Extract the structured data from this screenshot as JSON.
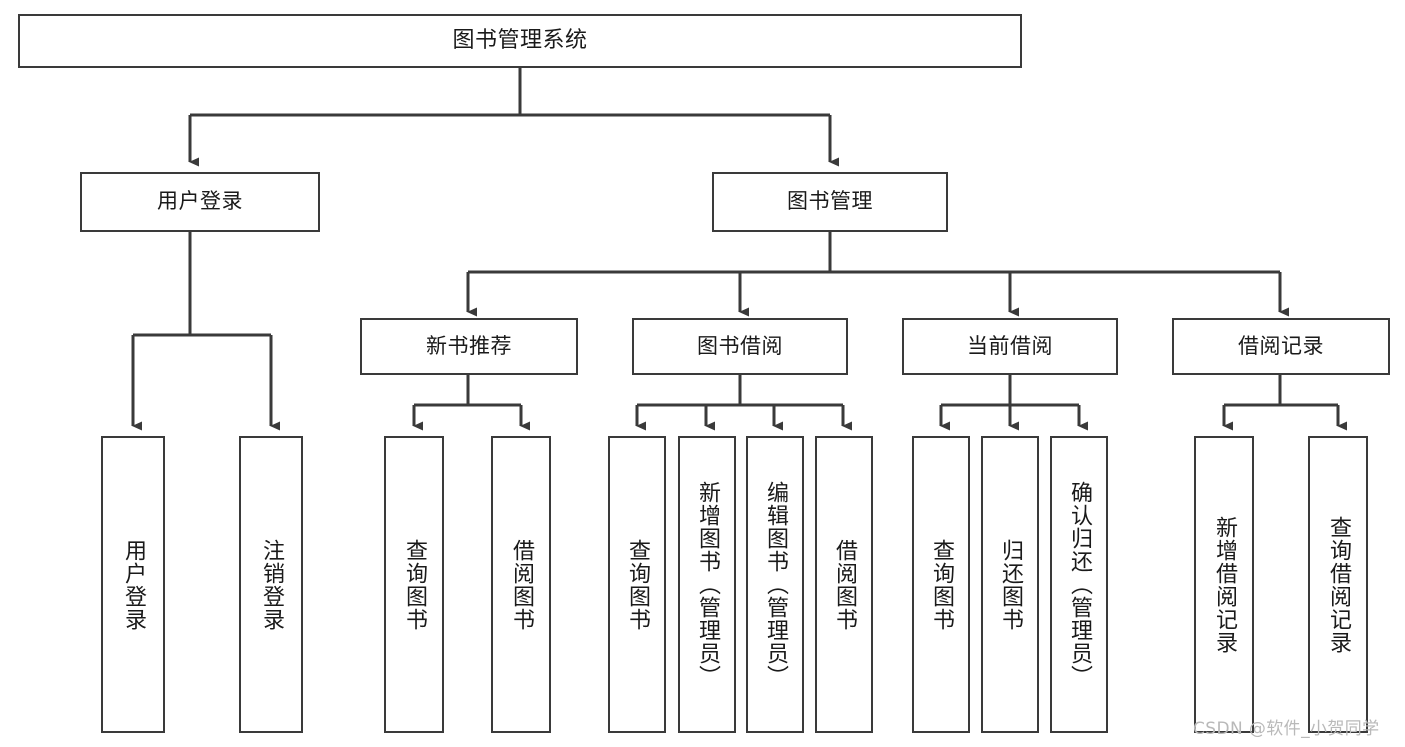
{
  "diagram": {
    "type": "tree",
    "title": "图书管理系统",
    "orientation": "top-down",
    "levels": 4,
    "colors": {
      "box_border": "#3a3a3a",
      "box_fill": "#ffffff",
      "connector": "#3a3a3a",
      "text": "#1a1a1a",
      "watermark": "#b9b9b9",
      "background": "#ffffff"
    },
    "nodes": {
      "root": {
        "label": "图书管理系统"
      },
      "level2": [
        {
          "label": "用户登录"
        },
        {
          "label": "图书管理"
        }
      ],
      "level3": [
        {
          "label": "新书推荐"
        },
        {
          "label": "图书借阅"
        },
        {
          "label": "当前借阅"
        },
        {
          "label": "借阅记录"
        }
      ],
      "leaves": {
        "user_login": [
          {
            "label": "用户登录"
          },
          {
            "label": "注销登录"
          }
        ],
        "new_book_recommend": [
          {
            "label": "查询图书"
          },
          {
            "label": "借阅图书"
          }
        ],
        "book_borrow": [
          {
            "label": "查询图书"
          },
          {
            "label": "新增图书（管理员）"
          },
          {
            "label": "编辑图书（管理员）"
          },
          {
            "label": "借阅图书"
          }
        ],
        "current_borrow": [
          {
            "label": "查询图书"
          },
          {
            "label": "归还图书"
          },
          {
            "label": "确认归还（管理员）"
          }
        ],
        "borrow_record": [
          {
            "label": "新增借阅记录"
          },
          {
            "label": "查询借阅记录"
          }
        ]
      }
    },
    "watermark": "CSDN @软件_小贺同学"
  }
}
